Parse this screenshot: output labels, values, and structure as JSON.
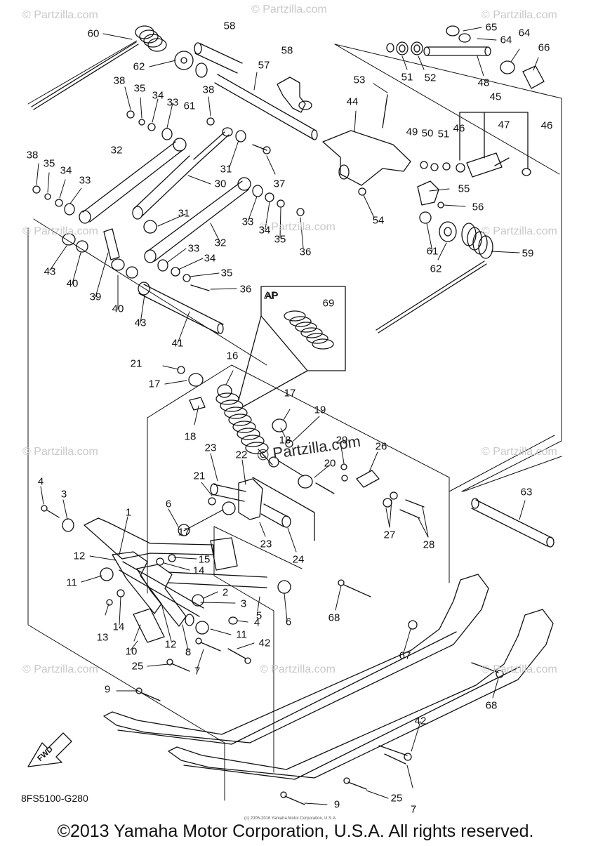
{
  "diagram": {
    "code": "8FS5100-G280",
    "ap_label": "AP",
    "fwd_label": "FWD",
    "copyright": "©2013 Yamaha Motor Corporation, U.S.A. All rights reserved.",
    "copyright_small": "(c) 2005-2016 Yamaha Motor Corporation, U.S.A.",
    "watermark": "© Partzilla.com",
    "watermark_center": "© Partzilla.com",
    "callouts": [
      "60",
      "58",
      "62",
      "61",
      "58",
      "57",
      "65",
      "64",
      "64",
      "66",
      "51",
      "52",
      "48",
      "53",
      "38",
      "35",
      "34",
      "33",
      "38",
      "44",
      "45",
      "49",
      "50",
      "51",
      "46",
      "47",
      "46",
      "32",
      "31",
      "37",
      "38",
      "35",
      "34",
      "33",
      "30",
      "55",
      "54",
      "31",
      "56",
      "33",
      "34",
      "35",
      "32",
      "36",
      "61",
      "59",
      "62",
      "43",
      "40",
      "33",
      "34",
      "39",
      "35",
      "40",
      "36",
      "43",
      "41",
      "AP",
      "69",
      "21",
      "16",
      "17",
      "17",
      "19",
      "18",
      "29",
      "26",
      "18",
      "23",
      "22",
      "20",
      "21",
      "4",
      "3",
      "6",
      "17",
      "1",
      "23",
      "24",
      "63",
      "27",
      "28",
      "12",
      "15",
      "14",
      "2",
      "11",
      "3",
      "5",
      "6",
      "4",
      "13",
      "14",
      "12",
      "8",
      "11",
      "68",
      "42",
      "10",
      "25",
      "7",
      "67",
      "9",
      "68",
      "42",
      "9",
      "25",
      "7"
    ]
  }
}
